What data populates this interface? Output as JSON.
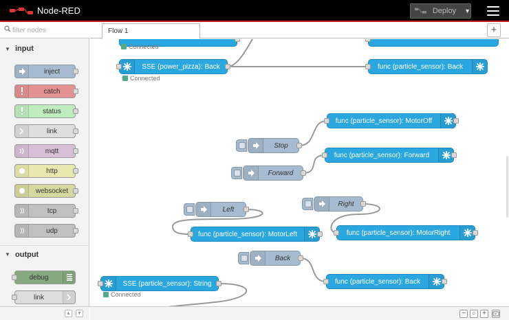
{
  "header": {
    "title": "Node-RED",
    "deploy_label": "Deploy",
    "deploy_caret": "▼"
  },
  "palette": {
    "search_placeholder": "filter nodes",
    "categories": [
      {
        "label": "input",
        "nodes": [
          "inject",
          "catch",
          "status",
          "link",
          "mqtt",
          "http",
          "websocket",
          "tcp",
          "udp"
        ]
      },
      {
        "label": "output",
        "nodes": [
          "debug",
          "link"
        ]
      }
    ],
    "footer_up": "▲",
    "footer_down": "▼"
  },
  "tabs": {
    "items": [
      {
        "label": "Flow 1"
      }
    ],
    "add_label": "+"
  },
  "flow": {
    "nodes": {
      "sse_power_pizza": "SSE (power_pizza): Back",
      "func_back_top": "func (particle_sensor): Back",
      "func_motoroff": "func (particle_sensor): MotorOff",
      "inject_stop": "Stop",
      "func_forward": "func (particle_sensor): Forward",
      "inject_forward": "Forward",
      "inject_left": "Left",
      "inject_right": "Right",
      "func_motorleft": "func (particle_sensor): MotorLeft",
      "func_motorright": "func (particle_sensor): MotorRight",
      "inject_back": "Back",
      "func_back_bottom": "func (particle_sensor): Back",
      "sse_string": "SSE (particle_sensor): String"
    },
    "status_connected": "Connected"
  },
  "footer": {
    "zoom_out": "−",
    "zoom_reset": "○",
    "zoom_in": "+"
  },
  "colors": {
    "header_bg": "#000000",
    "accent_red": "#c02020",
    "function_blue": "#2ba7e0",
    "inject_gray": "#a6bbcf",
    "status_green": "#55aa88"
  }
}
